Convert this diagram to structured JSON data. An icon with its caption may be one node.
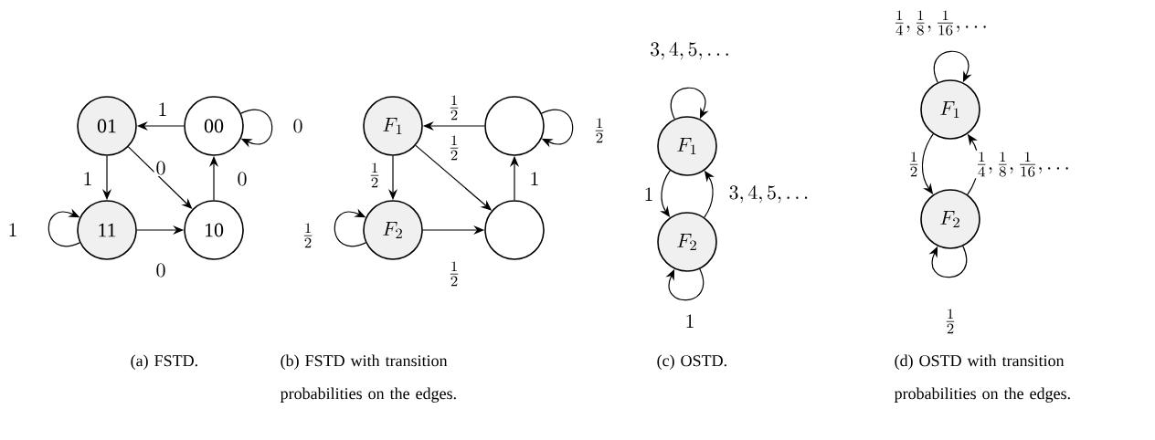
{
  "diagram": {
    "nodes": [
      {
        "text": [
          "01"
        ]
      },
      {
        "text": [
          "00"
        ]
      },
      {
        "text": [
          "11"
        ]
      },
      {
        "text": [
          "10"
        ]
      },
      {
        "text": [
          "F_1"
        ]
      },
      {
        "text": [],
        "shape": "circle"
      },
      {
        "text": [
          "F_2"
        ]
      },
      {
        "text": [],
        "shape": "circle"
      },
      {
        "text": [
          "F_1"
        ]
      },
      {
        "text": [
          "F_2"
        ]
      },
      {
        "text": [
          "F_1"
        ]
      },
      {
        "text": [
          "F_2"
        ]
      }
    ],
    "edges": [
      {
        "from": 1,
        "to": 0,
        "arrow": "to",
        "label": "1"
      },
      {
        "from": 1,
        "to": 1,
        "arrow": "to",
        "label": "0"
      },
      {
        "from": 0,
        "to": 2,
        "arrow": "to",
        "label": "1"
      },
      {
        "from": 0,
        "to": 3,
        "arrow": "to",
        "label": "0"
      },
      {
        "from": 2,
        "to": 2,
        "arrow": "to",
        "label": "1"
      },
      {
        "from": 2,
        "to": 3,
        "arrow": "to",
        "label": "0"
      },
      {
        "from": 3,
        "to": 1,
        "arrow": "to",
        "label": "0"
      },
      {
        "from": 5,
        "to": 4,
        "arrow": "to",
        "label": "\\frac{1}{2}"
      },
      {
        "from": 5,
        "to": 5,
        "arrow": "to",
        "label": "\\frac{1}{2}"
      },
      {
        "from": 4,
        "to": 6,
        "arrow": "to",
        "label": "\\frac{1}{2}"
      },
      {
        "from": 4,
        "to": 7,
        "arrow": "to",
        "label": "\\frac{1}{2}"
      },
      {
        "from": 6,
        "to": 6,
        "arrow": "to",
        "label": "\\frac{1}{2}"
      },
      {
        "from": 6,
        "to": 7,
        "arrow": "to",
        "label": "\\frac{1}{2}"
      },
      {
        "from": 7,
        "to": 5,
        "arrow": "to",
        "label": "1"
      },
      {
        "from": 8,
        "to": 8,
        "arrow": "to",
        "label": "3, 4, 5, \\ldots"
      },
      {
        "from": 8,
        "to": 9,
        "arrow": "to",
        "label": "1"
      },
      {
        "from": 9,
        "to": 8,
        "arrow": "to",
        "label": "3, 4, 5, \\ldots"
      },
      {
        "from": 9,
        "to": 9,
        "arrow": "to",
        "label": "1"
      },
      {
        "from": 10,
        "to": 10,
        "arrow": "to",
        "label": "\\frac{1}{4}, \\frac{1}{8}, \\frac{1}{16}, \\ldots"
      },
      {
        "from": 10,
        "to": 11,
        "arrow": "to",
        "label": "\\frac{1}{2}"
      },
      {
        "from": 11,
        "to": 10,
        "arrow": "to",
        "label": "\\frac{1}{4}, \\frac{1}{8}, \\frac{1}{16}, \\ldots"
      },
      {
        "from": 11,
        "to": 11,
        "arrow": "to",
        "label": "\\frac{1}{2}"
      }
    ],
    "labels": [
      "(a) FSTD.",
      "(b) FSTD with transition probabilities on the edges.",
      "(c) OSTD.",
      "(d) OSTD with transition probabilities on the edges."
    ]
  }
}
